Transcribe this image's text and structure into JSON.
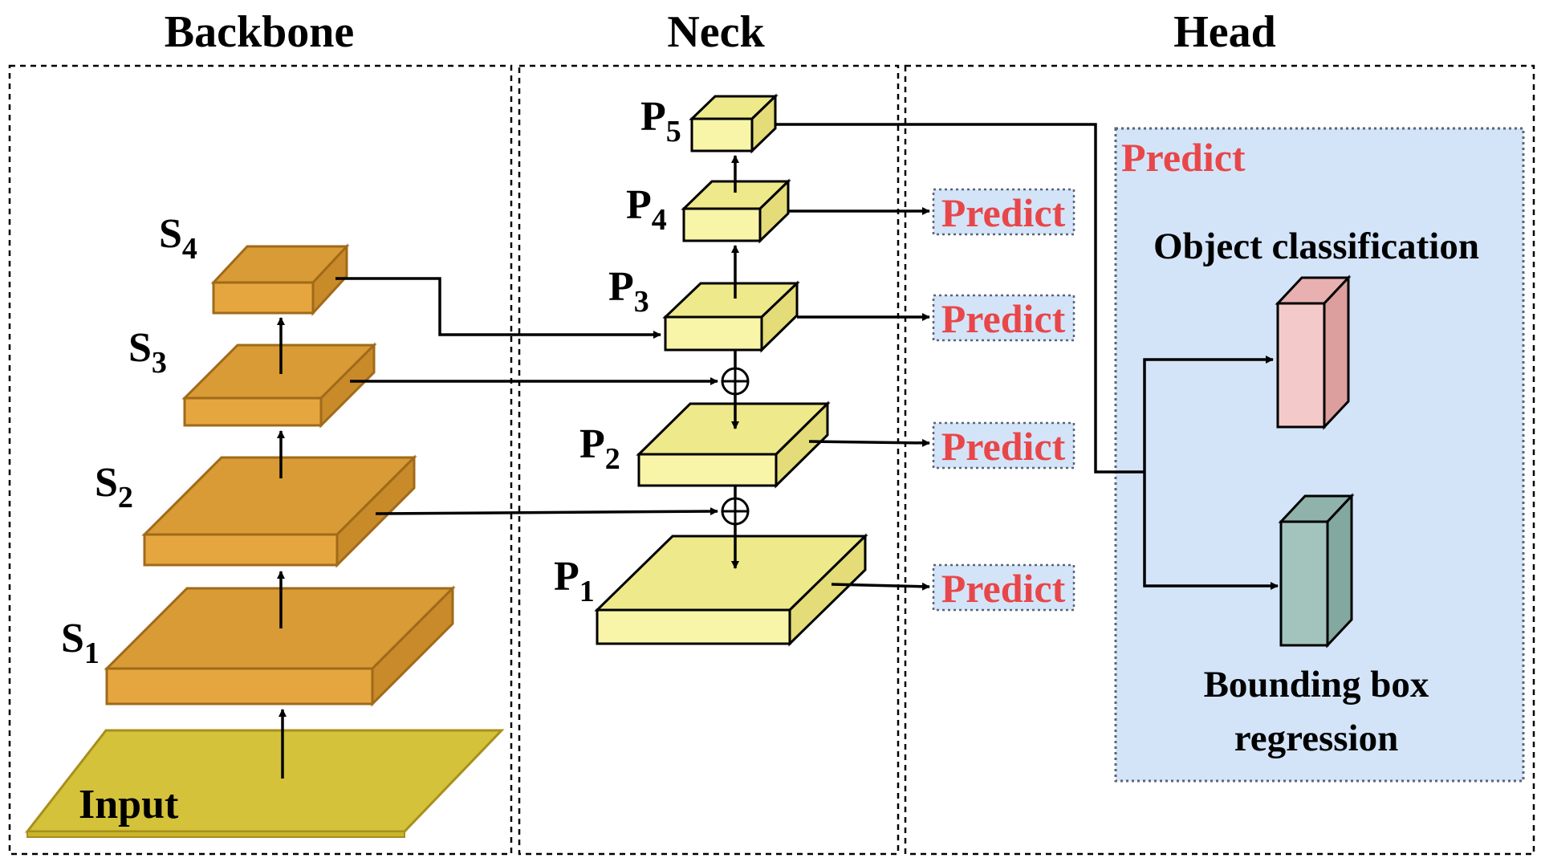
{
  "sections": {
    "backbone": "Backbone",
    "neck": "Neck",
    "head": "Head"
  },
  "backbone": {
    "input_label": "Input",
    "stages": [
      {
        "letter": "S",
        "sub": "1"
      },
      {
        "letter": "S",
        "sub": "2"
      },
      {
        "letter": "S",
        "sub": "3"
      },
      {
        "letter": "S",
        "sub": "4"
      }
    ]
  },
  "neck": {
    "levels": [
      {
        "letter": "P",
        "sub": "1"
      },
      {
        "letter": "P",
        "sub": "2"
      },
      {
        "letter": "P",
        "sub": "3"
      },
      {
        "letter": "P",
        "sub": "4"
      },
      {
        "letter": "P",
        "sub": "5"
      }
    ],
    "fusion_symbol": "⊕"
  },
  "predict_label": "Predict",
  "head": {
    "panel_title": "Predict",
    "classification_label": "Object classification",
    "regression_label_line1": "Bounding box",
    "regression_label_line2": "regression"
  },
  "colors": {
    "backbone_block": "#e6a63f",
    "neck_block": "#f8f5a8",
    "input_plane": "#d4c23a",
    "head_panel": "#d4e4f8",
    "predict_text": "#e8474a",
    "classification_block": "#f4c9c9",
    "regression_block": "#a2c4bc"
  }
}
